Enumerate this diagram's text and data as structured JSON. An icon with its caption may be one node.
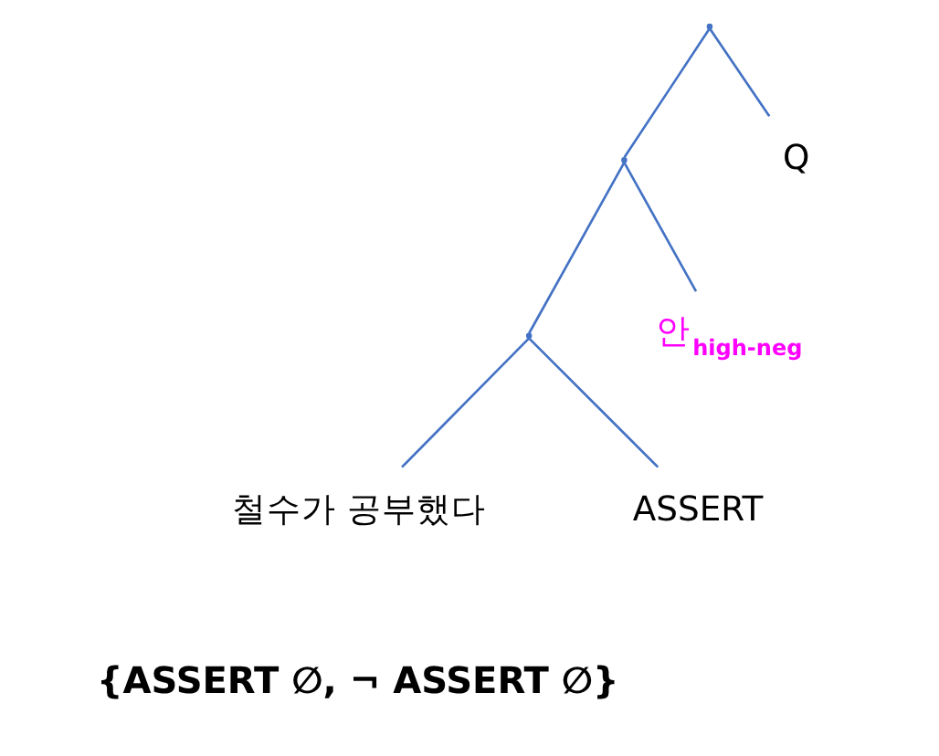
{
  "diagram": {
    "nodes": [
      {
        "text": [],
        "shape": "point"
      },
      {
        "text": [
          "Q"
        ]
      },
      {
        "text": [],
        "shape": "point"
      },
      {
        "text": [
          "안$_{high-neg}$"
        ]
      },
      {
        "text": [],
        "shape": "point"
      },
      {
        "text": [
          "ASSERT"
        ]
      },
      {
        "text": [
          "철수가 공부했다"
        ]
      }
    ],
    "edges": [
      {
        "from": 0,
        "to": 2,
        "arrow": "none"
      },
      {
        "from": 0,
        "to": 1,
        "arrow": "none"
      },
      {
        "from": 2,
        "to": 4,
        "arrow": "none"
      },
      {
        "from": 2,
        "to": 3,
        "arrow": "none"
      },
      {
        "from": 4,
        "to": 6,
        "arrow": "none"
      },
      {
        "from": 4,
        "to": 5,
        "arrow": "none"
      }
    ],
    "labels": [
      "{ASSERT ∅, ¬ ASSERT ∅}"
    ]
  }
}
